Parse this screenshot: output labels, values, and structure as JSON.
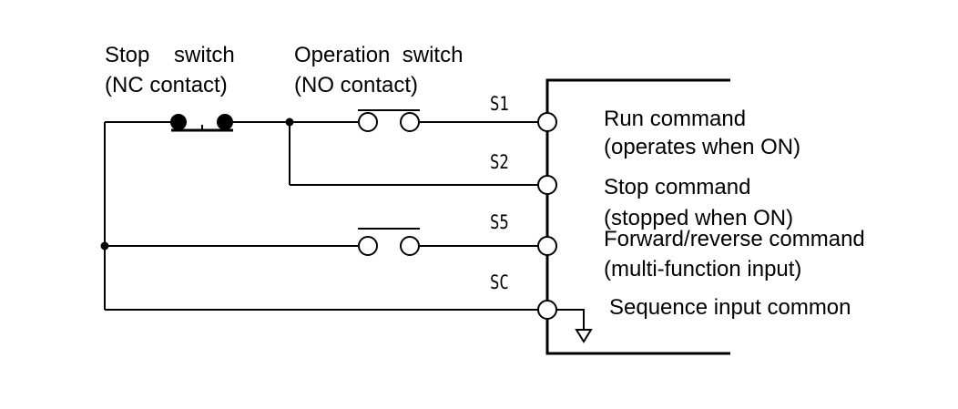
{
  "switches": {
    "stop_title": "Stop    switch",
    "stop_contact": "(NC contact)",
    "operation_title": "Operation  switch",
    "operation_contact": "(NO contact)"
  },
  "terminals": [
    "S1",
    "S2",
    "S5",
    "SC"
  ],
  "descriptions": {
    "run_title": "Run command",
    "run_note": "(operates when ON)",
    "stop_title": "Stop command",
    "stop_note": "(stopped when ON)",
    "fwdrev_title": "Forward/reverse command",
    "fwdrev_note": "(multi-function input)",
    "common": "Sequence input common"
  }
}
